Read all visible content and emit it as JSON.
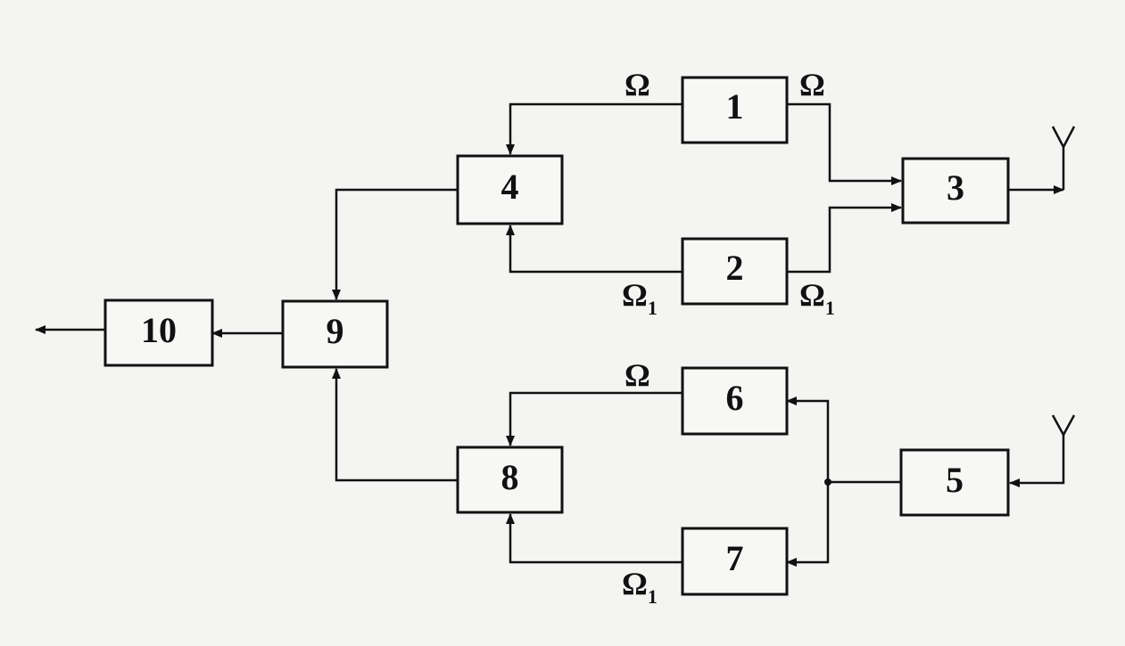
{
  "blocks": {
    "b1": "1",
    "b2": "2",
    "b3": "3",
    "b4": "4",
    "b5": "5",
    "b6": "6",
    "b7": "7",
    "b8": "8",
    "b9": "9",
    "b10": "10"
  },
  "labels": {
    "omega": "Ω",
    "omega1_main": "Ω",
    "omega1_sub": "1"
  }
}
